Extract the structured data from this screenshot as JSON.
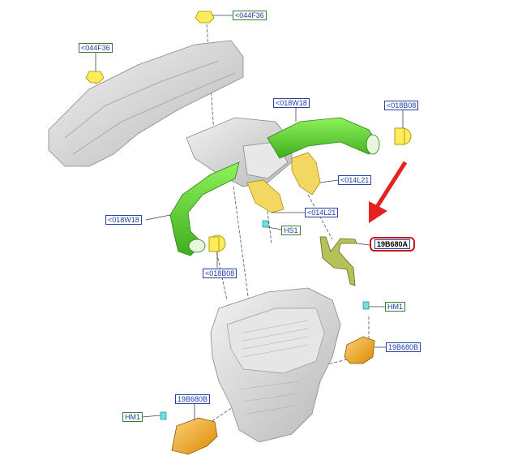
{
  "callouts": {
    "c1": "<044F36",
    "c2": "<044F36",
    "c3": "<018W18",
    "c4": "<018B08",
    "c5": "<014L21",
    "c6": "<014L21",
    "c7": "HS1",
    "c8": "<018W18",
    "c9": "<018B08",
    "c10": "19B680A",
    "c11": "HM1",
    "c12": "19B680B",
    "c13": "19B680B",
    "c14": "HM1"
  },
  "colors": {
    "duct_green": "#66dd33",
    "part_yellow": "#f2c94c",
    "part_orange": "#f0a818",
    "part_gray": "#d9d9d9",
    "highlight_red": "#d01515",
    "arrow_red": "#e52222"
  }
}
